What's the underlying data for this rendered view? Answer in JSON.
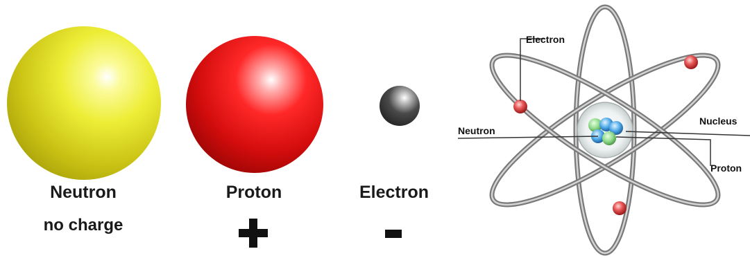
{
  "particles": [
    {
      "name": "Neutron",
      "charge": "no charge",
      "color": "#e8e020"
    },
    {
      "name": "Proton",
      "charge": "+",
      "color": "#e01010"
    },
    {
      "name": "Electron",
      "charge": "-",
      "color": "#222222"
    }
  ],
  "atom": {
    "labels": {
      "electron": "Electron",
      "neutron": "Neutron",
      "nucleus": "Nucleus",
      "proton": "Proton"
    }
  },
  "colors": {
    "neutron": "#e8e020",
    "proton": "#e01010",
    "electron": "#222222",
    "orbit": "#8a8a8a",
    "nucleus_green": "#8ed88a",
    "nucleus_blue": "#4aa6e6"
  }
}
